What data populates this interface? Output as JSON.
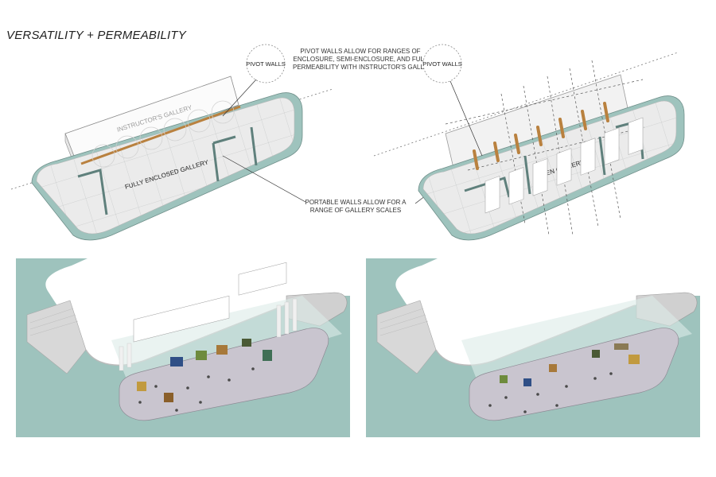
{
  "title": "VERSATILITY + PERMEABILITY",
  "labels": {
    "pivot_walls_left": "PIVOT WALLS",
    "pivot_walls_right": "PIVOT WALLS",
    "pivot_note": [
      "PIVOT WALLS ALLOW FOR RANGES OF",
      "ENCLOSURE, SEMI-ENCLOSURE, AND FULL",
      "PERMEABILITY WITH INSTRUCTOR'S GALLERY"
    ],
    "instructors_gallery": "INSTRUCTOR'S GALLERY",
    "fully_enclosed": "FULLY ENCLOSED GALLERY",
    "open_gallery": "OPEN GALLERY",
    "portable_note": [
      "PORTABLE WALLS ALLOW FOR A",
      "RANGE OF GALLERY SCALES"
    ]
  },
  "colors": {
    "teal": "#9ec3bd",
    "wall_orange": "#b9813f",
    "floor": "#ebebeb",
    "grid": "#c9cccc",
    "portable_wall": "#5f807c"
  }
}
